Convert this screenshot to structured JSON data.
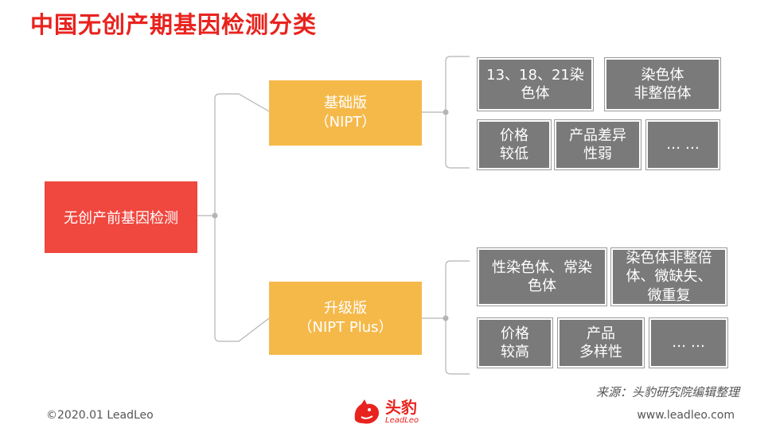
{
  "title": "中国无创产期基因检测分类",
  "root_label": "无创产前基因检测",
  "basic": {
    "label": "基础版\n（NIPT）",
    "items": [
      "13、18、21染\n色体",
      "染色体\n非整倍体",
      "价格\n较低",
      "产品差异\n性弱",
      "… …"
    ]
  },
  "upgrade": {
    "label": "升级版\n（NIPT Plus）",
    "items": [
      "性染色体、常染\n色体",
      "染色体非整倍\n体、微缺失、\n微重复",
      "价格\n较高",
      "产品\n多样性",
      "… …"
    ]
  },
  "source": "来源：头豹研究院编辑整理",
  "footer": {
    "copyright": "©2020.01 LeadLeo",
    "website": "www.leadleo.com"
  },
  "logo": {
    "cn": "头豹",
    "en": "LeadLeo"
  },
  "colors": {
    "title": "#e8231e",
    "root": "#f0473e",
    "category": "#f5b94a",
    "leaf": "#7a7a7a"
  }
}
